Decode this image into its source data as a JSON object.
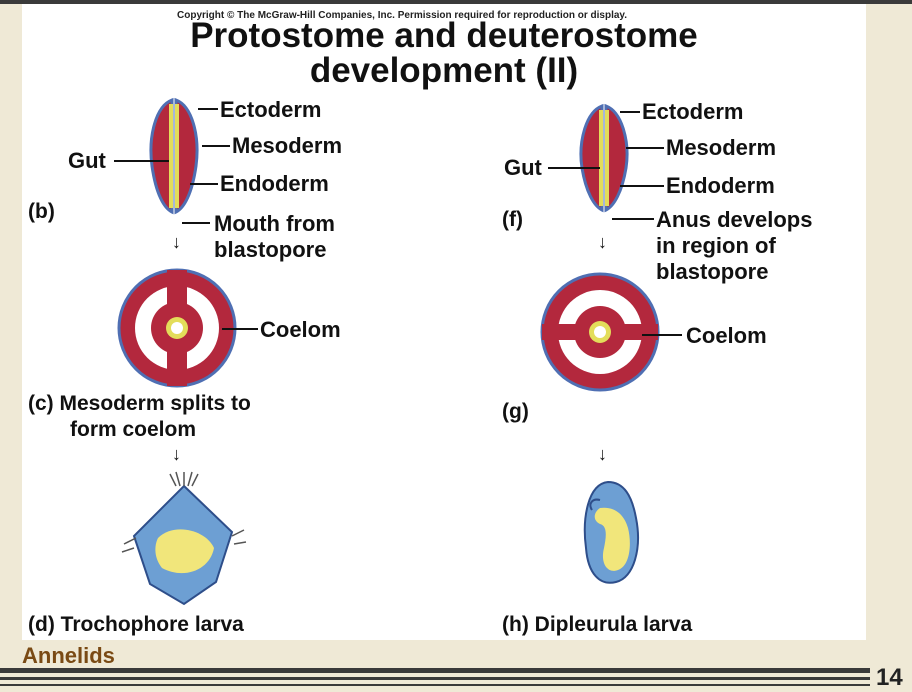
{
  "copyright": "Copyright © The McGraw-Hill Companies, Inc. Permission required for reproduction or display.",
  "title_line1": "Protostome and deuterostome",
  "title_line2": "development (II)",
  "left": {
    "ectoderm": "Ectoderm",
    "mesoderm": "Mesoderm",
    "endoderm": "Endoderm",
    "gut": "Gut",
    "panel_b": "(b)",
    "mouth1": "Mouth from",
    "mouth2": "blastopore",
    "coelom": "Coelom",
    "panel_c1": "(c) Mesoderm splits to",
    "panel_c2": "form coelom",
    "panel_d": "(d)  Trochophore larva"
  },
  "right": {
    "ectoderm": "Ectoderm",
    "mesoderm": "Mesoderm",
    "endoderm": "Endoderm",
    "gut": "Gut",
    "panel_f": "(f)",
    "anus1": "Anus develops",
    "anus2": "in region of",
    "anus3": "blastopore",
    "coelom": "Coelom",
    "panel_g": "(g)",
    "panel_h": "(h)  Dipleurula larva"
  },
  "footer_label": "Annelids",
  "page_number": "14",
  "colors": {
    "mesoderm": "#b3283d",
    "ectoderm": "#4f6fb3",
    "endoderm": "#e3dd5a",
    "larva_body": "#6d9fd3",
    "larva_gut": "#f1e67b",
    "footer_label": "#7a4a14"
  }
}
